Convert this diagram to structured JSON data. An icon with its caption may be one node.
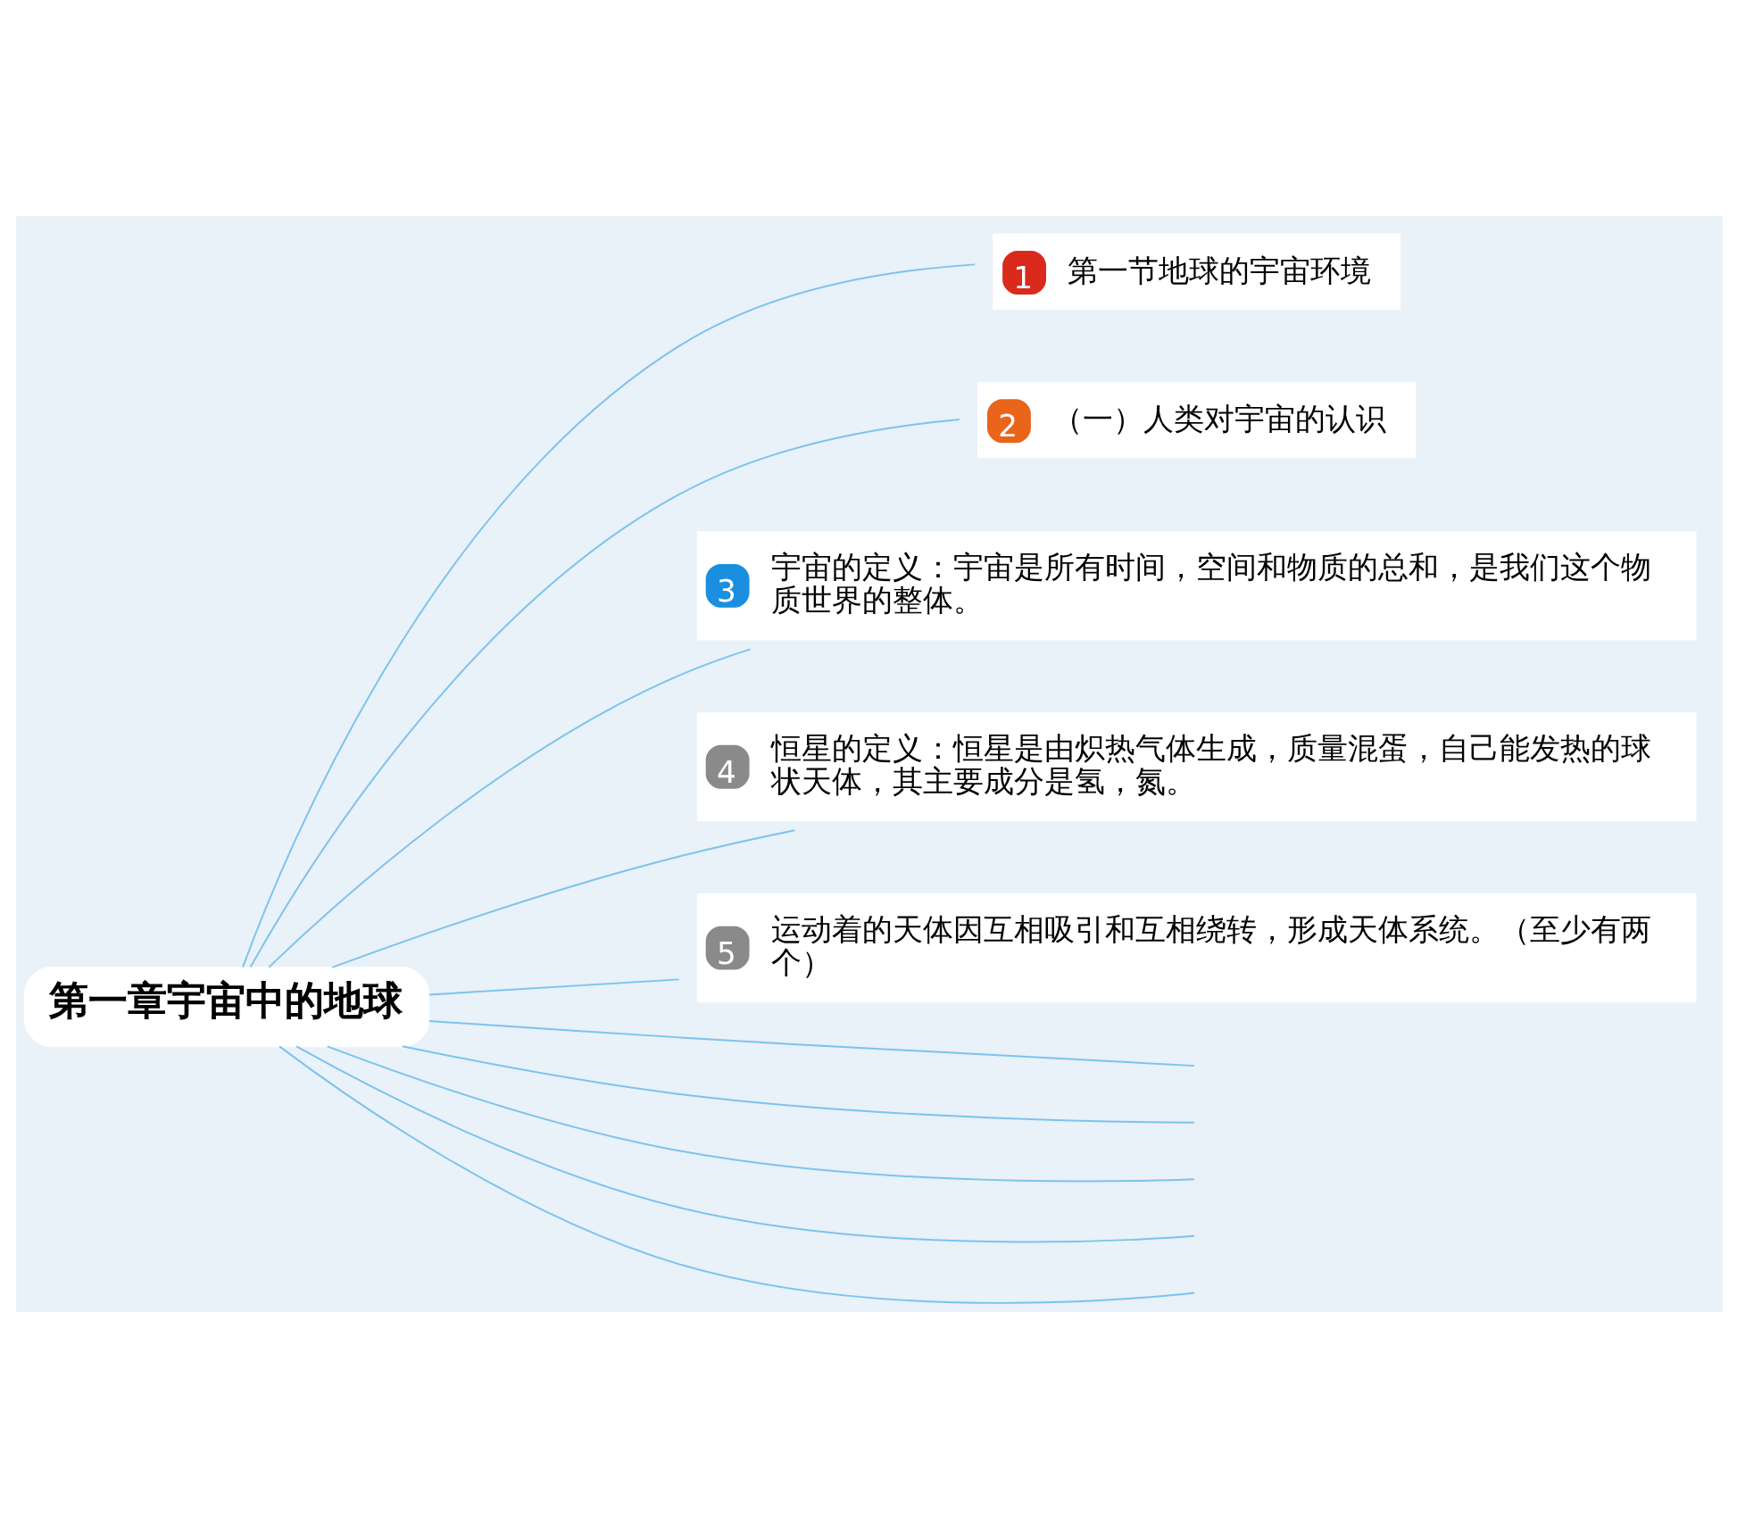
{
  "diagram": {
    "nodes": [
      {
        "text": [
          "第一章宇宙中的地球"
        ]
      },
      {
        "text": [
          "1",
          "第一节地球的宇宙环境"
        ]
      },
      {
        "text": [
          "2",
          "（一）人类对宇宙的认识"
        ]
      },
      {
        "text": [
          "3",
          "宇宙的定义：宇宙是所有时间，空间和物质的总和，是我们这个物质世界的整体。"
        ]
      },
      {
        "text": [
          "4",
          "恒星的定义：恒星是由炽热气体生成，质量混蛋，自己能发热的球状天体，其主要成分是氢，氮。"
        ]
      },
      {
        "text": [
          "5",
          "运动着的天体因互相吸引和互相绕转，形成天体系统。（至少有两个）"
        ]
      }
    ],
    "edges": [
      {
        "from": 0,
        "to": 1,
        "arrow": "none"
      },
      {
        "from": 0,
        "to": 2,
        "arrow": "none"
      },
      {
        "from": 0,
        "to": 3,
        "arrow": "none"
      },
      {
        "from": 0,
        "to": 4,
        "arrow": "none"
      },
      {
        "from": 0,
        "to": 5,
        "arrow": "none"
      },
      {
        "from": 0,
        "to": null,
        "arrow": "none"
      },
      {
        "from": 0,
        "to": null,
        "arrow": "none"
      },
      {
        "from": 0,
        "to": null,
        "arrow": "none"
      },
      {
        "from": 0,
        "to": null,
        "arrow": "none"
      },
      {
        "from": 0,
        "to": null,
        "arrow": "none"
      }
    ]
  }
}
